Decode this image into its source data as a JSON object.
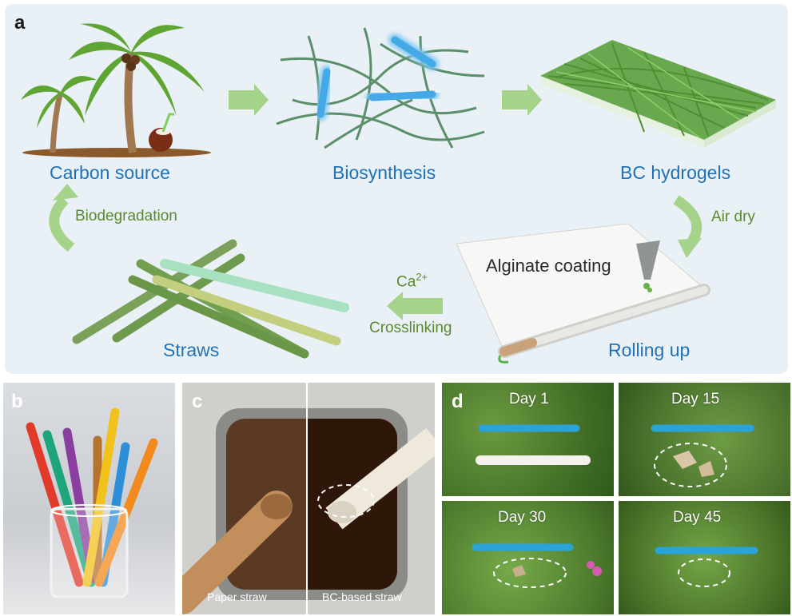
{
  "panels": {
    "a": {
      "label": "a",
      "stages": {
        "carbon_source": "Carbon source",
        "biosynthesis": "Biosynthesis",
        "bc_hydrogels": "BC hydrogels",
        "rolling_up": "Rolling up",
        "straws": "Straws"
      },
      "steps": {
        "biodegradation": "Biodegradation",
        "air_dry": "Air dry",
        "ca_ion": "Ca",
        "ca_charge": "2+",
        "crosslinking": "Crosslinking",
        "alginate_coating": "Alginate coating"
      }
    },
    "b": {
      "label": "b"
    },
    "c": {
      "label": "c",
      "left_caption": "Paper straw",
      "right_caption": "BC-based straw"
    },
    "d": {
      "label": "d",
      "days": [
        "Day 1",
        "Day 15",
        "Day 30",
        "Day 45"
      ]
    }
  },
  "colors": {
    "stage_text": "#1f72b8",
    "step_text": "#5a8a2e",
    "arrow": "#a5d38a",
    "panel_bg": "#e9f0f6"
  }
}
